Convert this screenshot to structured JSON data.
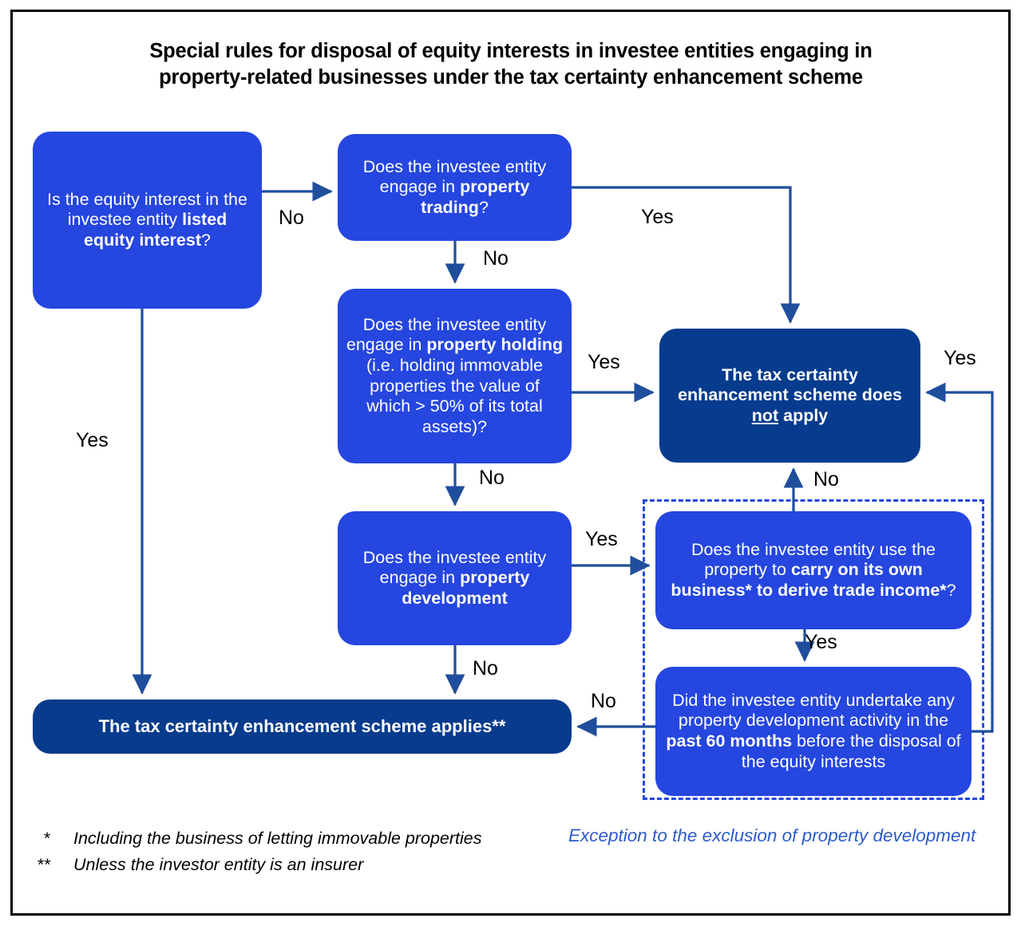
{
  "document": {
    "title": "Special rules for disposal of equity interests in investee entities engaging in property-related businesses under the tax certainty enhancement scheme",
    "title_line1": "Special rules for disposal of equity interests in investee entities engaging in",
    "title_line2": "property-related businesses under the tax certainty enhancement scheme"
  },
  "colors": {
    "bright_blue": "#2546DF",
    "navy": "#063B8D",
    "wire": "#1F4E9C",
    "caption_blue": "#2D5BC8",
    "frame": "#000000",
    "text_on_box": "#ffffff"
  },
  "nodes": {
    "listed_equity": {
      "id": "is-listed-equity-interest",
      "kind": "decision",
      "style": "bright",
      "text": "Is the equity interest in the investee entity listed equity interest?",
      "parts": [
        {
          "t": "Is the equity interest in the investee entity ",
          "bold": false
        },
        {
          "t": "listed equity interest",
          "bold": true
        },
        {
          "t": "?",
          "bold": false
        }
      ]
    },
    "property_trading": {
      "id": "engages-in-property-trading",
      "kind": "decision",
      "style": "bright",
      "text": "Does the investee entity engage in property trading?",
      "parts": [
        {
          "t": "Does the investee entity engage in ",
          "bold": false
        },
        {
          "t": "property trading",
          "bold": true
        },
        {
          "t": "?",
          "bold": false
        }
      ]
    },
    "property_holding": {
      "id": "engages-in-property-holding",
      "kind": "decision",
      "style": "bright",
      "text": "Does the investee entity engage in property holding (i.e. holding immovable properties the value of which > 50% of its total assets)?",
      "parts": [
        {
          "t": "Does the investee entity engage in ",
          "bold": false
        },
        {
          "t": "property holding",
          "bold": true
        },
        {
          "t": " (i.e. holding immovable properties the value of which > 50% of its total assets)?",
          "bold": false
        }
      ]
    },
    "property_development": {
      "id": "engages-in-property-development",
      "kind": "decision",
      "style": "bright",
      "text": "Does the investee entity engage in property development",
      "parts": [
        {
          "t": "Does the investee entity engage in ",
          "bold": false
        },
        {
          "t": "property development",
          "bold": true
        }
      ]
    },
    "own_business": {
      "id": "carries-on-own-business",
      "kind": "decision",
      "style": "bright",
      "text": "Does the investee entity use the property to carry on its own business* to derive trade income*?",
      "parts": [
        {
          "t": "Does the investee entity use the property to ",
          "bold": false
        },
        {
          "t": "carry on its own business* to derive trade income*",
          "bold": true
        },
        {
          "t": "?",
          "bold": false
        }
      ]
    },
    "past_60_months": {
      "id": "development-in-past-60-months",
      "kind": "decision",
      "style": "bright",
      "text": "Did the investee entity undertake any property development activity in the past 60 months before the disposal of the equity interests",
      "parts": [
        {
          "t": "Did the investee entity undertake any property development activity in the ",
          "bold": false
        },
        {
          "t": "past 60 months",
          "bold": true
        },
        {
          "t": " before the disposal of the equity interests",
          "bold": false
        }
      ]
    },
    "scheme_not_apply": {
      "id": "scheme-does-not-apply",
      "kind": "outcome",
      "style": "navy",
      "text": "The tax certainty enhancement scheme does not apply",
      "parts": [
        {
          "t": "The tax certainty enhancement scheme does ",
          "bold": true
        },
        {
          "t": "not",
          "bold": true,
          "underline": true
        },
        {
          "t": " apply",
          "bold": true
        }
      ]
    },
    "scheme_applies": {
      "id": "scheme-applies",
      "kind": "outcome",
      "style": "navy",
      "text": "The tax certainty enhancement scheme applies**",
      "parts": [
        {
          "t": "The tax certainty enhancement scheme applies**",
          "bold": true
        }
      ]
    }
  },
  "edges": [
    {
      "from": "listed_equity",
      "to": "property_trading",
      "label": "No"
    },
    {
      "from": "listed_equity",
      "to": "scheme_applies",
      "label": "Yes"
    },
    {
      "from": "property_trading",
      "to": "scheme_not_apply",
      "label": "Yes"
    },
    {
      "from": "property_trading",
      "to": "property_holding",
      "label": "No"
    },
    {
      "from": "property_holding",
      "to": "scheme_not_apply",
      "label": "Yes"
    },
    {
      "from": "property_holding",
      "to": "property_development",
      "label": "No"
    },
    {
      "from": "property_development",
      "to": "own_business",
      "label": "Yes"
    },
    {
      "from": "property_development",
      "to": "scheme_applies",
      "label": "No"
    },
    {
      "from": "own_business",
      "to": "scheme_not_apply",
      "label": "No"
    },
    {
      "from": "own_business",
      "to": "past_60_months",
      "label": "Yes"
    },
    {
      "from": "past_60_months",
      "to": "scheme_not_apply",
      "label": "Yes"
    },
    {
      "from": "past_60_months",
      "to": "scheme_applies",
      "label": "No"
    }
  ],
  "edge_labels": {
    "listed_no": "No",
    "listed_yes": "Yes",
    "trading_yes": "Yes",
    "trading_no": "No",
    "holding_yes": "Yes",
    "holding_no": "No",
    "development_yes": "Yes",
    "development_no": "No",
    "own_business_no": "No",
    "own_business_yes": "Yes",
    "months_yes": "Yes",
    "months_no": "No"
  },
  "exception_region": {
    "caption": "Exception to the exclusion of property development",
    "border_style": "dashed"
  },
  "footnotes": [
    {
      "mark": "*",
      "text": "Including the business of letting immovable properties"
    },
    {
      "mark": "**",
      "text": "Unless the investor entity is an insurer"
    }
  ]
}
